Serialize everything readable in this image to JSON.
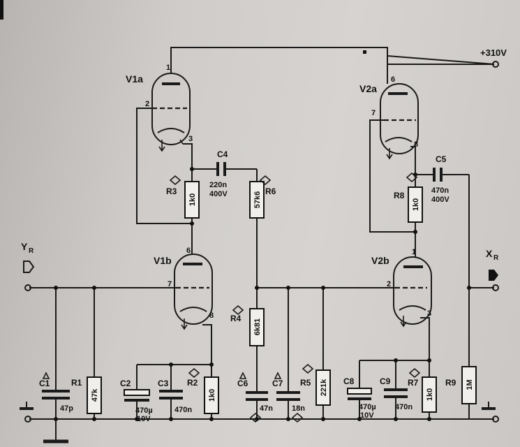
{
  "supply": {
    "label": "+310V"
  },
  "inputs": {
    "in_label": "Y",
    "in_sub": "R",
    "out_label": "X",
    "out_sub": "R"
  },
  "tubes": {
    "v1a": {
      "name": "V1a",
      "pins": [
        "1",
        "2",
        "3"
      ]
    },
    "v1b": {
      "name": "V1b",
      "pins": [
        "6",
        "7",
        "8"
      ]
    },
    "v2a": {
      "name": "V2a",
      "pins": [
        "6",
        "7",
        "8"
      ]
    },
    "v2b": {
      "name": "V2b",
      "pins": [
        "1",
        "2",
        "3"
      ]
    }
  },
  "resistors": {
    "r1": {
      "name": "R1",
      "value": "47k"
    },
    "r2": {
      "name": "R2",
      "value": "1k0"
    },
    "r3": {
      "name": "R3",
      "value": "1k0"
    },
    "r4": {
      "name": "R4",
      "value": "6k81"
    },
    "r5": {
      "name": "R5",
      "value": "221k"
    },
    "r6": {
      "name": "R6",
      "value": "57k6"
    },
    "r7": {
      "name": "R7",
      "value": "1k0"
    },
    "r8": {
      "name": "R8",
      "value": "1k0"
    },
    "r9": {
      "name": "R9",
      "value": "1M"
    }
  },
  "capacitors": {
    "c1": {
      "name": "C1",
      "value": "47p"
    },
    "c2": {
      "name": "C2",
      "value": "470µ",
      "voltage": "10V"
    },
    "c3": {
      "name": "C3",
      "value": "470n"
    },
    "c4": {
      "name": "C4",
      "value": "220n",
      "voltage": "400V"
    },
    "c5": {
      "name": "C5",
      "value": "470n",
      "voltage": "400V"
    },
    "c6": {
      "name": "C6",
      "value": "47n"
    },
    "c7": {
      "name": "C7",
      "value": "18n"
    },
    "c8": {
      "name": "C8",
      "value": "470µ",
      "voltage": "10V"
    },
    "c9": {
      "name": "C9",
      "value": "470n"
    }
  }
}
